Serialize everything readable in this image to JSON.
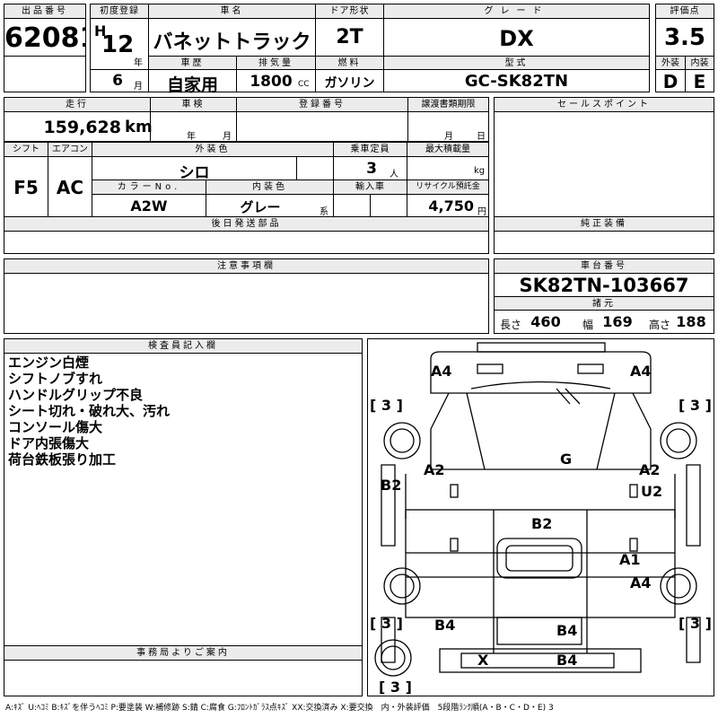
{
  "header": {
    "lot_number_label": "出品番号",
    "lot_number": "62081",
    "first_reg_label": "初度登録",
    "era": "H",
    "year": "12",
    "year_unit": "年",
    "month": "6",
    "month_unit": "月",
    "car_name_label": "車名",
    "car_name": "バネットトラック",
    "door_label": "ドア形状",
    "door": "2T",
    "grade_label": "グレード",
    "grade": "DX",
    "score_label": "評価点",
    "score": "3.5",
    "history_label": "車歴",
    "history": "自家用",
    "displacement_label": "排気量",
    "displacement": "1800",
    "displacement_unit": "CC",
    "fuel_label": "燃料",
    "fuel": "ガソリン",
    "model_label": "型式",
    "model": "GC-SK82TN",
    "exterior_label": "外装",
    "exterior_grade": "D",
    "interior_label": "内装",
    "interior_grade": "E"
  },
  "details": {
    "mileage_label": "走行",
    "mileage": "159,628",
    "mileage_unit": "km",
    "inspection_label": "車検",
    "inspection_year_unit": "年",
    "inspection_month_unit": "月",
    "reg_number_label": "登録番号",
    "transfer_label": "譲渡書類期限",
    "transfer_month_unit": "月",
    "transfer_day_unit": "日",
    "shift_label": "シフト",
    "shift": "F5",
    "aircon_label": "エアコン",
    "aircon": "AC",
    "ext_color_label": "外装色",
    "ext_color": "シロ",
    "capacity_label": "乗車定員",
    "capacity": "3",
    "capacity_unit": "人",
    "max_load_label": "最大積載量",
    "max_load_unit": "kg",
    "color_no_label": "カラーNo.",
    "color_no": "A2W",
    "int_color_label": "内装色",
    "int_color": "グレー",
    "int_color_unit": "系",
    "import_label": "輸入車",
    "recycle_label": "リサイクル預託金",
    "recycle": "4,750",
    "recycle_unit": "円",
    "later_parts_label": "後日発送部品"
  },
  "right_panel": {
    "sales_points_label": "セールスポイント",
    "equipment_label": "純正装備",
    "chassis_label": "車台番号",
    "chassis_number": "SK82TN-103667",
    "specs_label": "諸元",
    "length_label": "長さ",
    "length": "460",
    "width_label": "幅",
    "width": "169",
    "height_label": "高さ",
    "height": "188"
  },
  "notes": {
    "caution_label": "注意事項欄",
    "inspector_label": "検査員記入欄",
    "inspector_lines": [
      "エンジン白煙",
      "シフトノブすれ",
      "ハンドルグリップ不良",
      "シート切れ・破れ大、汚れ",
      "コンソール傷大",
      "ドア内張傷大",
      "荷台鉄板張り加工"
    ],
    "office_label": "事務局よりご案内"
  },
  "diagram": {
    "marks": {
      "front_left": "A4",
      "front_right": "A4",
      "mirror_left": "[ 3 ]",
      "mirror_right": "[ 3 ]",
      "door_left": "A2",
      "door_right": "A2",
      "door_right_2": "U2",
      "side_left": "B2",
      "windshield": "G",
      "center": "B2",
      "right_a1": "A1",
      "rear_right": "A4",
      "rear_left_tire": "[ 3 ]",
      "rear_right_tire": "[ 3 ]",
      "bed_left": "B4",
      "bed_center": "B4",
      "bumper_x": "X",
      "bumper_b4": "B4",
      "spare_tire": "[ 3 ]"
    }
  },
  "legend": "A:ｷｽﾞ U:ﾍｺﾐ B:ｷｽﾞを伴うﾍｺﾐ P:要塗装 W:補修跡 S:錆 C:腐食 G:ﾌﾛﾝﾄｶﾞﾗｽ点ｷｽﾞ XX:交換済み X:要交換　内・外装評価　5段階ﾗﾝｸ順(A・B・C・D・E) 3"
}
